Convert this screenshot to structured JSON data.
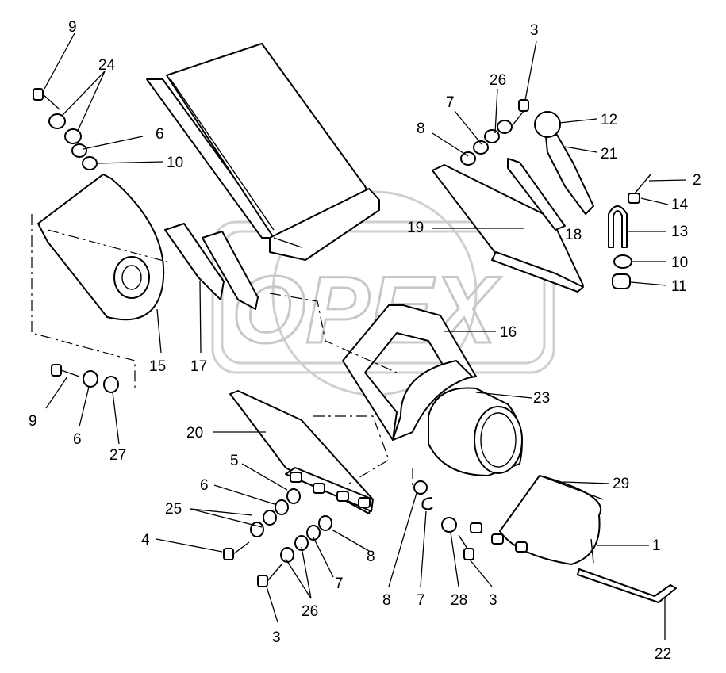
{
  "watermark": {
    "text": "OPEX"
  },
  "callouts": [
    {
      "id": "c1",
      "text": "9"
    },
    {
      "id": "c2",
      "text": "24"
    },
    {
      "id": "c3",
      "text": "6"
    },
    {
      "id": "c4",
      "text": "10"
    },
    {
      "id": "c5",
      "text": "15"
    },
    {
      "id": "c6",
      "text": "17"
    },
    {
      "id": "c7",
      "text": "9"
    },
    {
      "id": "c8",
      "text": "6"
    },
    {
      "id": "c9",
      "text": "27"
    },
    {
      "id": "c10",
      "text": "20"
    },
    {
      "id": "c11",
      "text": "5"
    },
    {
      "id": "c12",
      "text": "6"
    },
    {
      "id": "c13",
      "text": "25"
    },
    {
      "id": "c14",
      "text": "4"
    },
    {
      "id": "c15",
      "text": "3"
    },
    {
      "id": "c16",
      "text": "26"
    },
    {
      "id": "c17",
      "text": "7"
    },
    {
      "id": "c18",
      "text": "8"
    },
    {
      "id": "c19",
      "text": "8"
    },
    {
      "id": "c20",
      "text": "7"
    },
    {
      "id": "c21",
      "text": "28"
    },
    {
      "id": "c22",
      "text": "3"
    },
    {
      "id": "c23",
      "text": "22"
    },
    {
      "id": "c24",
      "text": "1"
    },
    {
      "id": "c25",
      "text": "29"
    },
    {
      "id": "c26",
      "text": "23"
    },
    {
      "id": "c27",
      "text": "16"
    },
    {
      "id": "c28",
      "text": "3"
    },
    {
      "id": "c29",
      "text": "26"
    },
    {
      "id": "c30",
      "text": "7"
    },
    {
      "id": "c31",
      "text": "8"
    },
    {
      "id": "c32",
      "text": "12"
    },
    {
      "id": "c33",
      "text": "21"
    },
    {
      "id": "c34",
      "text": "2"
    },
    {
      "id": "c35",
      "text": "14"
    },
    {
      "id": "c36",
      "text": "19"
    },
    {
      "id": "c37",
      "text": "18"
    },
    {
      "id": "c38",
      "text": "13"
    },
    {
      "id": "c39",
      "text": "10"
    },
    {
      "id": "c40",
      "text": "11"
    }
  ]
}
